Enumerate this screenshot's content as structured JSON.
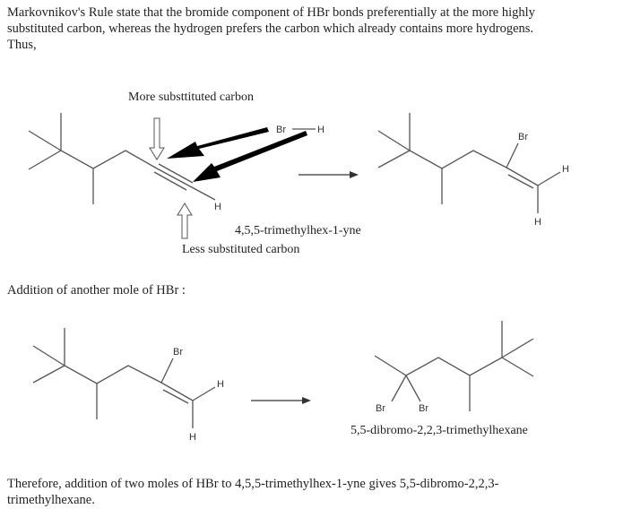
{
  "intro": {
    "lines": [
      "Markovnikov's Rule state that the bromide component of HBr bonds preferentially at the more highly",
      "substituted carbon, whereas the hydrogen prefers the carbon which already contains more hydrogens.",
      "Thus,"
    ]
  },
  "scheme1": {
    "more_label": "More substtituted carbon",
    "less_label": "Less substituted carbon",
    "reactant_name": "4,5,5-trimethylhex-1-yne",
    "reagent_br": "Br",
    "reagent_h": "H",
    "terminal_h": "H",
    "product_br": "Br",
    "product_h1": "H",
    "product_h2": "H"
  },
  "section2": {
    "heading": "Addition of another mole of HBr :"
  },
  "scheme2": {
    "reactant_br": "Br",
    "reactant_h1": "H",
    "reactant_h2": "H",
    "product_br1": "Br",
    "product_br2": "Br",
    "product_name": "5,5-dibromo-2,2,3-trimethylhexane"
  },
  "conclusion": {
    "lines": [
      "Therefore, addition of two moles of HBr to 4,5,5-trimethylhex-1-yne gives 5,5-dibromo-2,2,3-",
      "trimethylhexane."
    ]
  }
}
